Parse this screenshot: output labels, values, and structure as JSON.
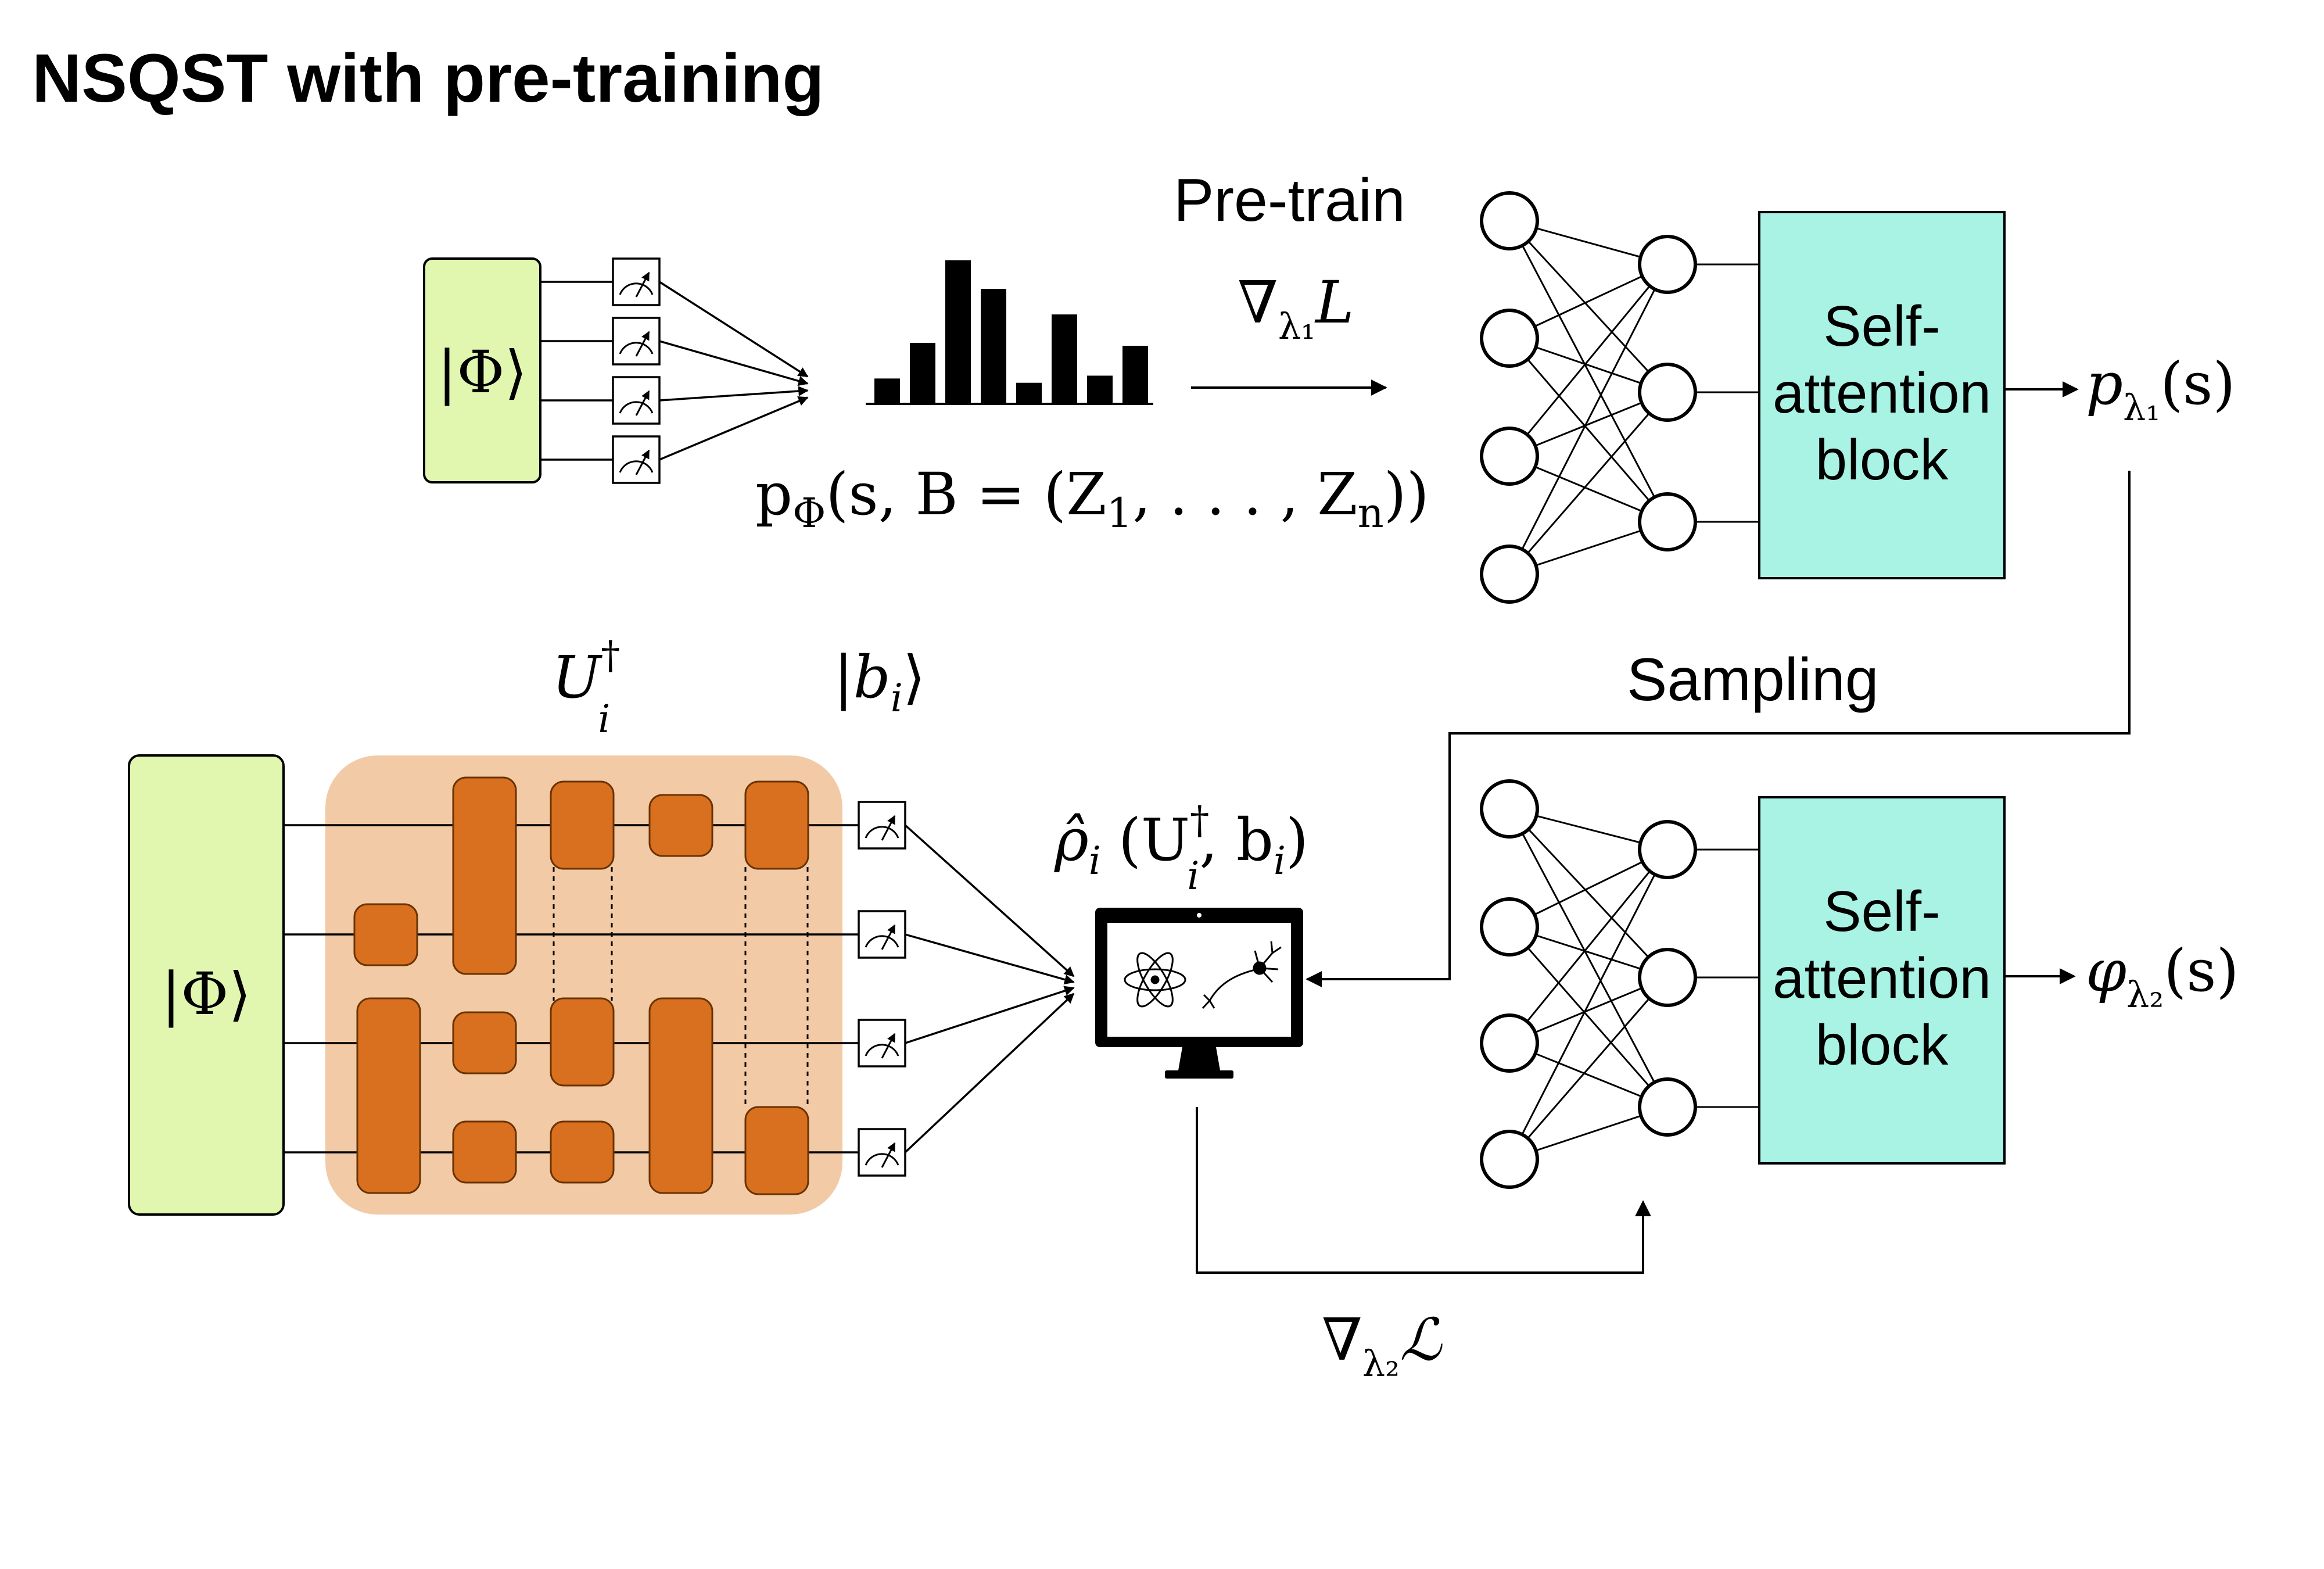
{
  "title": "NSQST with pre-training",
  "top_state_label": "|Φ⟩",
  "bottom_state_label": "|Φ⟩",
  "distribution_label": "p_Φ(s, B = (Z_1, . . . , Z_n))",
  "pretrain": {
    "label": "Pre-train",
    "grad_label": "∇",
    "grad_sub": "λ1",
    "grad_tail": "L"
  },
  "block_top": {
    "line1": "Self-",
    "line2": "attention",
    "line3": "block"
  },
  "block_bottom": {
    "line1": "Self-",
    "line2": "attention",
    "line3": "block"
  },
  "output_top": {
    "main": "p",
    "sub": "λ1",
    "tail": "(s)"
  },
  "output_bottom": {
    "main": "φ",
    "sub": "λ2",
    "tail": "(s)"
  },
  "sampling_label": "Sampling",
  "unitary_label": {
    "main": "U",
    "sup": "†",
    "sub": "i"
  },
  "basis_label": {
    "open": "|",
    "main": "b",
    "sub": "i",
    "close": "⟩"
  },
  "rho_label": {
    "main": "ρ̂",
    "sub": "i",
    "args": "(U",
    "args_sup": "†",
    "args_sub": "i",
    "args_tail": ", b",
    "args_tail_sub": "i",
    "close": ")"
  },
  "loss_label": {
    "main": "∇",
    "sub": "λ2",
    "tail": "ℒ"
  },
  "colors": {
    "state_box": "#e1f7b0",
    "circuit_bg": "#f2caa6",
    "gate": "#d8701f",
    "attention_block": "#a9f3e5"
  },
  "histogram": [
    0.17,
    0.42,
    1.0,
    0.8,
    0.14,
    0.62,
    0.19,
    0.4
  ]
}
